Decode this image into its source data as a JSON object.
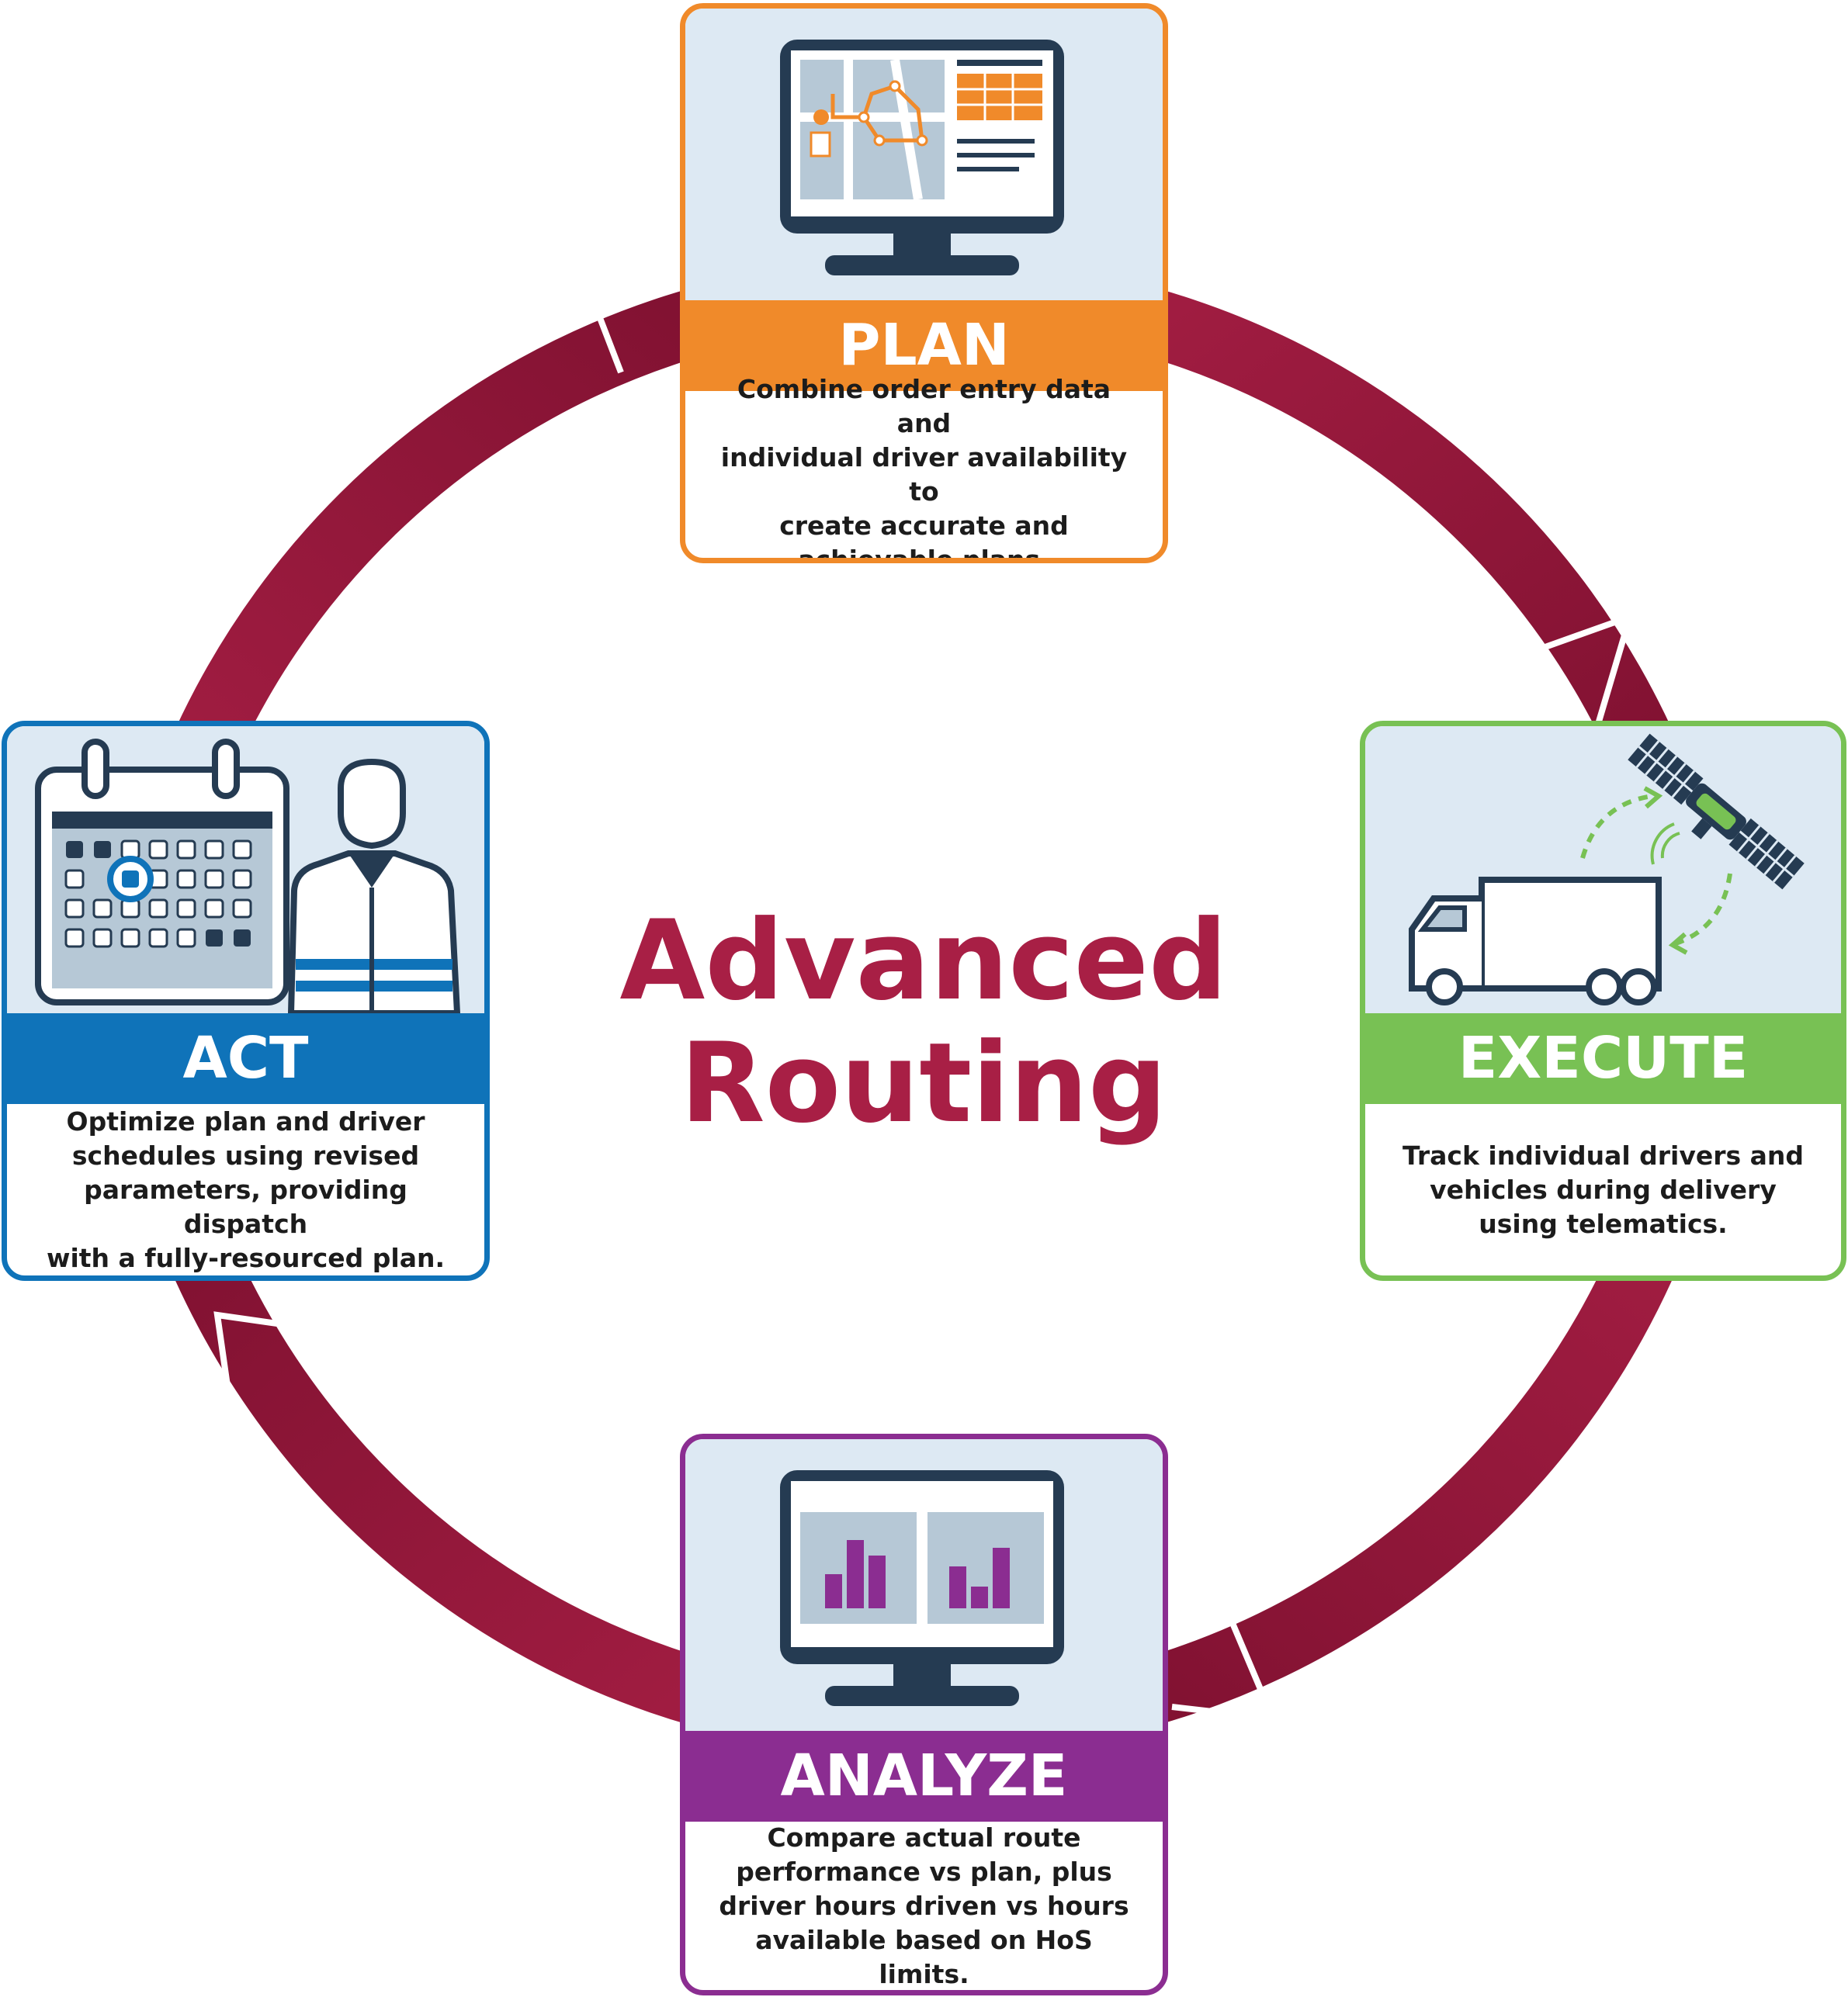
{
  "title": {
    "line1": "Advanced",
    "line2": "Routing"
  },
  "colors": {
    "ring": "#a81f45",
    "ring_dark": "#7a0f2e",
    "plan": "#f08a2a",
    "execute": "#78c154",
    "act": "#0f73b9",
    "analyze": "#8b2d91",
    "navy": "#253b52",
    "icon_bg": "#dde9f3"
  },
  "cards": {
    "plan": {
      "label": "PLAN",
      "icon": "monitor-route-map-icon",
      "description": "Combine order entry data and\nindividual driver availability to\ncreate accurate and\nachievable plans."
    },
    "execute": {
      "label": "EXECUTE",
      "icon": "truck-satellite-icon",
      "description": "Track individual drivers and\nvehicles during delivery\nusing telematics."
    },
    "analyze": {
      "label": "ANALYZE",
      "icon": "monitor-bar-charts-icon",
      "description": "Compare actual route\nperformance vs plan, plus\ndriver hours driven vs hours\navailable based on HoS limits."
    },
    "act": {
      "label": "ACT",
      "icon": "calendar-driver-icon",
      "description": "Optimize plan and driver\nschedules using revised\nparameters, providing dispatch\nwith a fully-resourced plan."
    }
  }
}
